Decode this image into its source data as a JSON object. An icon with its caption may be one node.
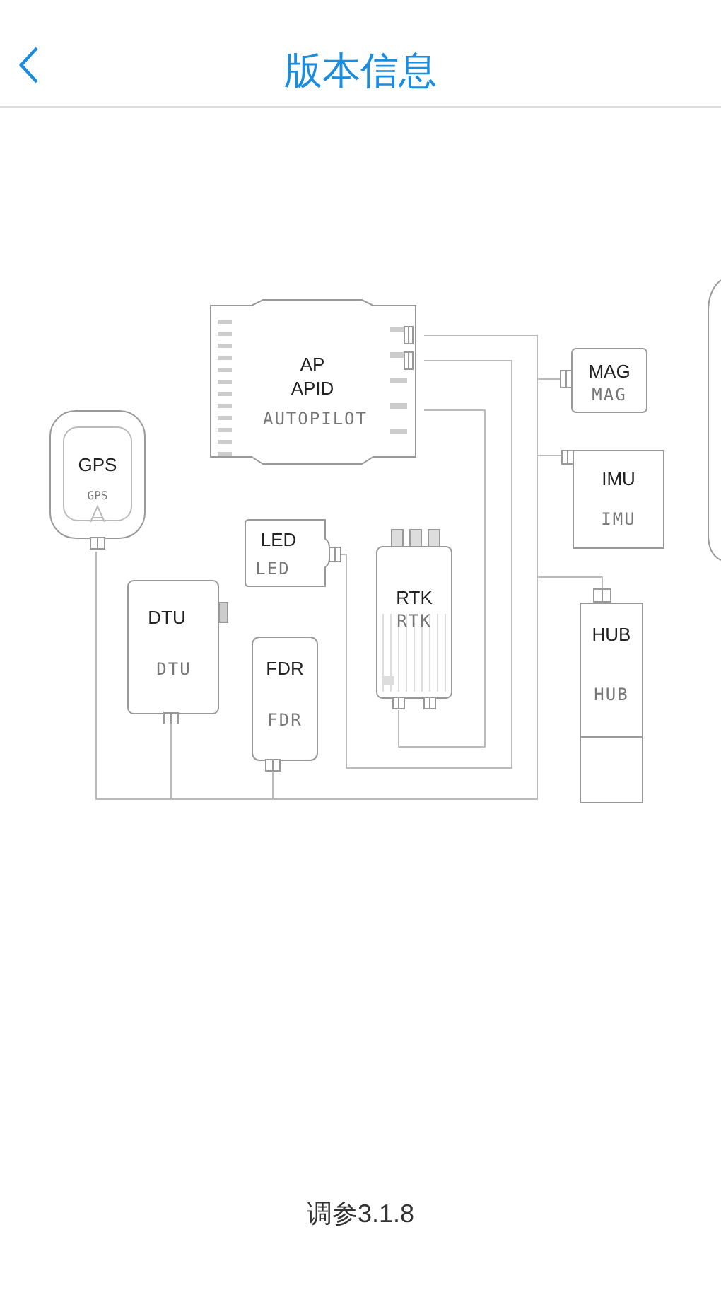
{
  "diagram": {
    "title": "版本信息",
    "caption": "调参3.1.8",
    "nodes": [
      {
        "text": [
          "AP APID",
          "AUTOPILOT"
        ]
      },
      {
        "text": [
          "MAG",
          "MAG"
        ]
      },
      {
        "text": [
          "GPS",
          "GPS"
        ]
      },
      {
        "text": [
          "IMU",
          "IMU"
        ]
      },
      {
        "text": [
          "LED",
          "LED"
        ]
      },
      {
        "text": [
          "RTK",
          "RTK"
        ]
      },
      {
        "text": [
          "DTU",
          "DTU"
        ]
      },
      {
        "text": [
          "HUB",
          "HUB"
        ]
      },
      {
        "text": [
          "FDR",
          "FDR"
        ]
      }
    ],
    "edges": [
      {
        "from": 0,
        "to": 1,
        "arrow": "none"
      },
      {
        "from": 0,
        "to": 3,
        "arrow": "none"
      },
      {
        "from": 0,
        "to": 7,
        "arrow": "none"
      },
      {
        "from": 0,
        "to": 2,
        "arrow": "none"
      },
      {
        "from": 0,
        "to": 6,
        "arrow": "none"
      },
      {
        "from": 0,
        "to": 8,
        "arrow": "none"
      },
      {
        "from": 0,
        "to": 4,
        "arrow": "none"
      },
      {
        "from": 0,
        "to": 5,
        "arrow": "none"
      }
    ]
  }
}
